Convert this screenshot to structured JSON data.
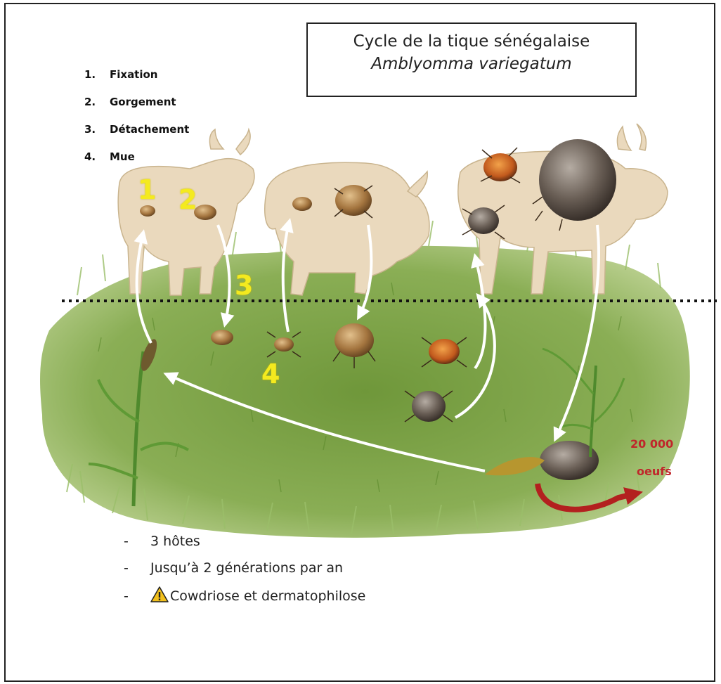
{
  "title": {
    "line1": "Cycle de la tique sénégalaise",
    "line2": "Amblyomma variegatum"
  },
  "steps": [
    {
      "num": "1.",
      "label": "Fixation"
    },
    {
      "num": "2.",
      "label": "Gorgement"
    },
    {
      "num": "3.",
      "label": "Détachement"
    },
    {
      "num": "4.",
      "label": "Mue"
    }
  ],
  "markers": {
    "m1": "1",
    "m2": "2",
    "m3": "3",
    "m4": "4"
  },
  "eggs": {
    "count": "20 000",
    "word": "oeufs"
  },
  "bullets": [
    {
      "dash": "-",
      "text": "3 hôtes"
    },
    {
      "dash": "-",
      "text": "Jusqu’à 2 générations par an"
    },
    {
      "dash": "-",
      "text": "Cowdriose et dermatophilose"
    }
  ],
  "colors": {
    "grass": "#7fa34a",
    "cattle": "#ead9bd",
    "marker": "#f4ea1f",
    "eggs_text": "#c0262b",
    "arrow_red": "#b3201f",
    "tick_brown": "#a4753f",
    "tick_dark": "#4b3e36"
  },
  "icons": [
    "warning-icon",
    "cycle-arrow-icon",
    "cattle-illustration",
    "tick-illustration",
    "millet-plant-illustration"
  ]
}
